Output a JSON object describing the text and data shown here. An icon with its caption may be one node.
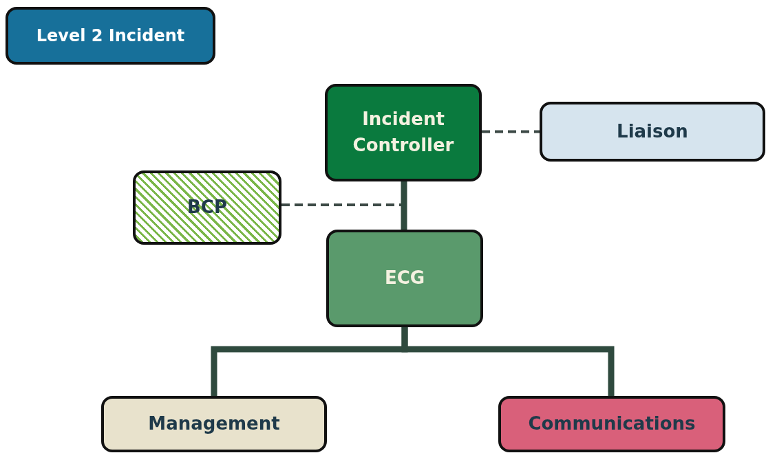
{
  "diagram": {
    "nodes": [
      {
        "text": [
          "Level 2 Incident"
        ]
      },
      {
        "text": [
          "Incident Controller"
        ]
      },
      {
        "text": [
          "Liaison"
        ]
      },
      {
        "text": [
          "BCP"
        ]
      },
      {
        "text": [
          "ECG"
        ]
      },
      {
        "text": [
          "Management"
        ]
      },
      {
        "text": [
          "Communications"
        ]
      }
    ],
    "edges": [
      {
        "from": 1,
        "to": 2,
        "arrow": "none",
        "style": "dashed"
      },
      {
        "from": 3,
        "to": 1,
        "arrow": "none",
        "style": "dashed"
      },
      {
        "from": 1,
        "to": 4,
        "arrow": "none"
      },
      {
        "from": 4,
        "to": 5,
        "arrow": "none"
      },
      {
        "from": 4,
        "to": 6,
        "arrow": "none"
      }
    ]
  }
}
